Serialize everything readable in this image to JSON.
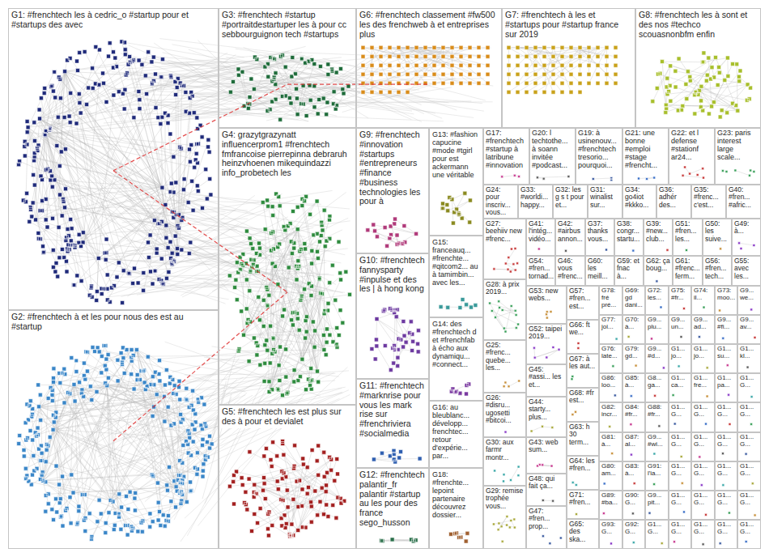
{
  "diagram": {
    "nodes": [
      {
        "text": [
          "G1: #frenchtech les à cedric_o #startup pour et #startups des avec"
        ]
      },
      {
        "text": [
          "G2: #frenchtech à et les pour nous des est au #startup"
        ]
      },
      {
        "text": [
          "G3: #frenchtech #startup #portraitdestartuper les à pour cc sebbourguignon tech #startups"
        ]
      },
      {
        "text": [
          "G4: grazytgrazynatt influencerprom1 #frenchtech fmfrancoise pierrepinna debraruh heinzvhoenen mikequindazzi info_probetech les"
        ]
      },
      {
        "text": [
          "G5: #frenchtech les est plus sur des à pour et devialet"
        ]
      },
      {
        "text": [
          "G6: #frenchtech classement #fw500 les des frenchweb à et entreprises plus"
        ]
      },
      {
        "text": [
          "G7: #frenchtech à les et #startups pour #startup france sur 2019"
        ]
      },
      {
        "text": [
          "G8: #frenchtech les à sont et des nos #techco scouasnonbfm enfin"
        ]
      },
      {
        "text": [
          "G9: #frenchtech #innovation #startups #entrepreneurs #finance #business technologies les pour à"
        ]
      },
      {
        "text": [
          "G10: #frenchtech fannysparty #inpulse et des les | à hong kong"
        ]
      },
      {
        "text": [
          "G11: #frenchtech #marknrise pour vous les mark rise sur #frenchriviera #socialmedia"
        ]
      },
      {
        "text": [
          "G12: #frenchtech palantir_fr palantir #startup au les pour des france sego_husson"
        ]
      },
      {
        "text": [
          "G13: #fashion capucine #mode #tgirl pour est ackermann une véritable"
        ]
      },
      {
        "text": [
          "G15: franceauq... #frenchte... #qitcom2... au à tamimbin... avec les..."
        ]
      },
      {
        "text": [
          "G14: des #frenchtech d et #frenchfab à écho aux dynamiqu... #connect..."
        ]
      },
      {
        "text": [
          "G16: au bleublanc... développ... frenchtec... retour d'expérie... par..."
        ]
      },
      {
        "text": [
          "G18: #frenchte... lepoint partenaire découvrez dossier..."
        ]
      },
      {
        "text": [
          "G17: #frenchtech #startup à latribune #innovation"
        ]
      },
      {
        "text": [
          "G20: l techtothe... à soann invitée #podcast..."
        ]
      },
      {
        "text": [
          "G19: à usinenouv... #frenchtech tresorio... pourquoi..."
        ]
      },
      {
        "text": [
          "G21: une bonne #emploi #stage #frencht..."
        ]
      },
      {
        "text": [
          "G22: et l defense #stationf ar24..."
        ]
      },
      {
        "text": [
          "G23: paris interest large scale..."
        ]
      },
      {
        "text": [
          "G24: pour inscriv... vous..."
        ]
      },
      {
        "text": [
          "G33: #worldi... happy..."
        ]
      },
      {
        "text": [
          "G32: les g s t pour et..."
        ]
      },
      {
        "text": [
          "G31: winalist sur..."
        ]
      },
      {
        "text": [
          "G34: go4iot #kkko..."
        ]
      },
      {
        "text": [
          "G36: adhér des..."
        ]
      },
      {
        "text": [
          "G35: #frenc... c'est..."
        ]
      },
      {
        "text": [
          "G40: #fren... #afric..."
        ]
      },
      {
        "text": [
          "G27: beehiiv new #frenc..."
        ]
      },
      {
        "text": [
          "G28: à prix 2019..."
        ]
      },
      {
        "text": [
          "G25: #frenc... quebe... les..."
        ]
      },
      {
        "text": [
          "G26: #disru... ugosetti #bitcoi..."
        ]
      },
      {
        "text": [
          "G30: aux farmr montr..."
        ]
      },
      {
        "text": [
          "G29: remise trophée vous..."
        ]
      },
      {
        "text": [
          "G41: l'intég... vidéo..."
        ]
      },
      {
        "text": [
          "G42: #airbus annon..."
        ]
      },
      {
        "text": [
          "G37: thanks vous..."
        ]
      },
      {
        "text": [
          "G38: congr... startu..."
        ]
      },
      {
        "text": [
          "G39: #new... club..."
        ]
      },
      {
        "text": [
          "G51: #fren... les..."
        ]
      },
      {
        "text": [
          "G50: les suive..."
        ]
      },
      {
        "text": [
          "G49: à..."
        ]
      },
      {
        "text": [
          "G54: #fren... tornad..."
        ]
      },
      {
        "text": [
          "G46: vous #frenc..."
        ]
      },
      {
        "text": [
          "G60: les meill..."
        ]
      },
      {
        "text": [
          "G59: et fnac à..."
        ]
      },
      {
        "text": [
          "G62: ça boug..."
        ]
      },
      {
        "text": [
          "G61: #frenc... ferm..."
        ]
      },
      {
        "text": [
          "G56: #fren... tech..."
        ]
      },
      {
        "text": [
          "G55: avec les..."
        ]
      },
      {
        "text": [
          "G53: new webs..."
        ]
      },
      {
        "text": [
          "G52: taipei 2019..."
        ]
      },
      {
        "text": [
          "G45: #assi... les et..."
        ]
      },
      {
        "text": [
          "G44: starty... plus..."
        ]
      },
      {
        "text": [
          "G43: web sum..."
        ]
      },
      {
        "text": [
          "G48: qui fait ça..."
        ]
      },
      {
        "text": [
          "G47: #fren... prop..."
        ]
      },
      {
        "text": [
          "G57: #fren... est..."
        ]
      },
      {
        "text": [
          "G66: ft we..."
        ]
      },
      {
        "text": [
          "G67: à les aut..."
        ]
      },
      {
        "text": [
          "G68: #fr est..."
        ]
      },
      {
        "text": [
          "G63: h 30 term..."
        ]
      },
      {
        "text": [
          "G64: les #fren..."
        ]
      },
      {
        "text": [
          "G71: #fren..."
        ]
      },
      {
        "text": [
          "G65: des ska..."
        ]
      },
      {
        "text": [
          "G78: fré pré..."
        ]
      },
      {
        "text": [
          "G69: gd dani..."
        ]
      },
      {
        "text": [
          "G72: les..."
        ]
      },
      {
        "text": [
          "G75: #fr..."
        ]
      },
      {
        "text": [
          "G74: il..."
        ]
      },
      {
        "text": [
          "G73: moo..."
        ]
      },
      {
        "text": [
          "G9... we..."
        ]
      },
      {
        "text": [
          "G77: joi..."
        ]
      },
      {
        "text": [
          "G70: à..."
        ]
      },
      {
        "text": [
          "G9... plu..."
        ]
      },
      {
        "text": [
          "G9... un..."
        ]
      },
      {
        "text": [
          "G9... ad..."
        ]
      },
      {
        "text": [
          "G9... #fi..."
        ]
      },
      {
        "text": [
          "G9... av..."
        ]
      },
      {
        "text": [
          "G76: late..."
        ]
      },
      {
        "text": [
          "G79: gd..."
        ]
      },
      {
        "text": [
          "G9... #d..."
        ]
      },
      {
        "text": [
          "G1... jo..."
        ]
      },
      {
        "text": [
          "G1... jo..."
        ]
      },
      {
        "text": [
          "G1... su..."
        ]
      },
      {
        "text": [
          "G1... kl..."
        ]
      },
      {
        "text": [
          "G86: loo..."
        ]
      },
      {
        "text": [
          "G85: à..."
        ]
      },
      {
        "text": [
          "G8... ga..."
        ]
      },
      {
        "text": [
          "G1... ca..."
        ]
      },
      {
        "text": [
          "G1... fre..."
        ]
      },
      {
        "text": [
          "G1... pa..."
        ]
      },
      {
        "text": [
          "G1... G..."
        ]
      },
      {
        "text": [
          "G82: incr..."
        ]
      },
      {
        "text": [
          "G84: #fr..."
        ]
      },
      {
        "text": [
          "G88: #fr..."
        ]
      },
      {
        "text": [
          "G1... G..."
        ]
      },
      {
        "text": [
          "G1... G..."
        ]
      },
      {
        "text": [
          "G1... G..."
        ]
      },
      {
        "text": [
          "G1... G..."
        ]
      },
      {
        "text": [
          "G81: à..."
        ]
      },
      {
        "text": [
          "G87: al..."
        ]
      },
      {
        "text": [
          "G9... #wi..."
        ]
      },
      {
        "text": [
          "G1... G..."
        ]
      },
      {
        "text": [
          "G1... G..."
        ]
      },
      {
        "text": [
          "G1... G..."
        ]
      },
      {
        "text": [
          "G1... G..."
        ]
      },
      {
        "text": [
          "G80: am..."
        ]
      },
      {
        "text": [
          "G83: à..."
        ]
      },
      {
        "text": [
          "G91: l'ia..."
        ]
      },
      {
        "text": [
          "G1... G..."
        ]
      },
      {
        "text": [
          "G1... G..."
        ]
      },
      {
        "text": [
          "G1... G..."
        ]
      },
      {
        "text": [
          "G1... G..."
        ]
      },
      {
        "text": [
          "G89: #ba..."
        ]
      },
      {
        "text": [
          "G90: G..."
        ]
      },
      {
        "text": [
          "G9... pit..."
        ]
      },
      {
        "text": [
          "G1... G..."
        ]
      },
      {
        "text": [
          "G1... G..."
        ]
      },
      {
        "text": [
          "G1... G..."
        ]
      },
      {
        "text": [
          "G1... G..."
        ]
      },
      {
        "text": [
          "G93: G..."
        ]
      },
      {
        "text": [
          "G92: G..."
        ]
      },
      {
        "text": [
          "G1... G..."
        ]
      },
      {
        "text": [
          "G1... G..."
        ]
      },
      {
        "text": [
          "G1... G..."
        ]
      },
      {
        "text": [
          "G1... G..."
        ]
      },
      {
        "text": [
          "G1... G..."
        ]
      }
    ],
    "edges": [
      {
        "from": 0,
        "to": 2,
        "arrow": "none"
      },
      {
        "from": 0,
        "to": 3,
        "arrow": "none"
      },
      {
        "from": 1,
        "to": 3,
        "arrow": "none"
      },
      {
        "from": 2,
        "to": 5,
        "arrow": "none"
      }
    ]
  }
}
